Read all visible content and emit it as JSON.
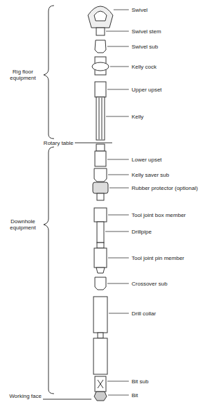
{
  "diagram": {
    "labels": [
      "Swivel",
      "Swivel stem",
      "Swivel sub",
      "Kelly cock",
      "Upper upset",
      "Kelly",
      "Rig floor equipment",
      "Rotary table",
      "Lower upset",
      "Kelly saver sub",
      "Rubber protector (optional)",
      "Tool joint box member",
      "Drillpipe",
      "Downhole equipment",
      "Tool joint pin member",
      "Crossover sub",
      "Drill collar",
      "Bit sub",
      "Bit",
      "Working face"
    ]
  }
}
